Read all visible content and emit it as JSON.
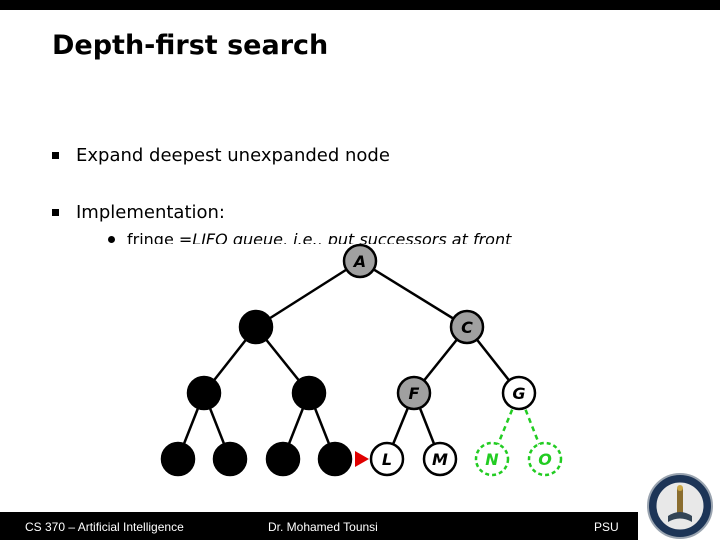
{
  "slide": {
    "title": "Depth-first search",
    "bullets": [
      "Expand deepest unexpanded node",
      "Implementation:"
    ],
    "sub_bullet": {
      "prefix": "fringe = ",
      "rest": "LIFO queue, i.e., put successors at front"
    }
  },
  "tree": {
    "nodes": [
      {
        "id": "A",
        "label": "A",
        "state": "expanded"
      },
      {
        "id": "B",
        "label": "",
        "state": "removed"
      },
      {
        "id": "C",
        "label": "C",
        "state": "expanded"
      },
      {
        "id": "D",
        "label": "",
        "state": "removed"
      },
      {
        "id": "E",
        "label": "",
        "state": "removed"
      },
      {
        "id": "F",
        "label": "F",
        "state": "expanded"
      },
      {
        "id": "G",
        "label": "G",
        "state": "fringe"
      },
      {
        "id": "H",
        "label": "",
        "state": "removed"
      },
      {
        "id": "I",
        "label": "",
        "state": "removed"
      },
      {
        "id": "J",
        "label": "",
        "state": "removed"
      },
      {
        "id": "K",
        "label": "",
        "state": "removed"
      },
      {
        "id": "L",
        "label": "L",
        "state": "fringe"
      },
      {
        "id": "M",
        "label": "M",
        "state": "fringe"
      },
      {
        "id": "N",
        "label": "N",
        "state": "unexplored"
      },
      {
        "id": "O",
        "label": "O",
        "state": "unexplored"
      }
    ],
    "edges": [
      [
        "A",
        "B"
      ],
      [
        "A",
        "C"
      ],
      [
        "B",
        "D"
      ],
      [
        "B",
        "E"
      ],
      [
        "C",
        "F"
      ],
      [
        "C",
        "G"
      ],
      [
        "D",
        "H"
      ],
      [
        "D",
        "I"
      ],
      [
        "E",
        "J"
      ],
      [
        "E",
        "K"
      ],
      [
        "F",
        "L"
      ],
      [
        "F",
        "M"
      ],
      [
        "G",
        "N"
      ],
      [
        "G",
        "O"
      ]
    ],
    "colors": {
      "removed": "#000000",
      "expanded": "#a0a0a0",
      "fringe": "#ffffff",
      "unexplored": "#22cc22",
      "pointer": "#e00000"
    }
  },
  "footer": {
    "course": "CS 370 – Artificial Intelligence",
    "instructor": "Dr. Mohamed Tounsi",
    "institution": "PSU"
  },
  "icons": {
    "bullet": "square-bullet",
    "sub_bullet": "round-bullet",
    "pointer": "red-arrow-icon",
    "logo": "university-seal-icon"
  }
}
